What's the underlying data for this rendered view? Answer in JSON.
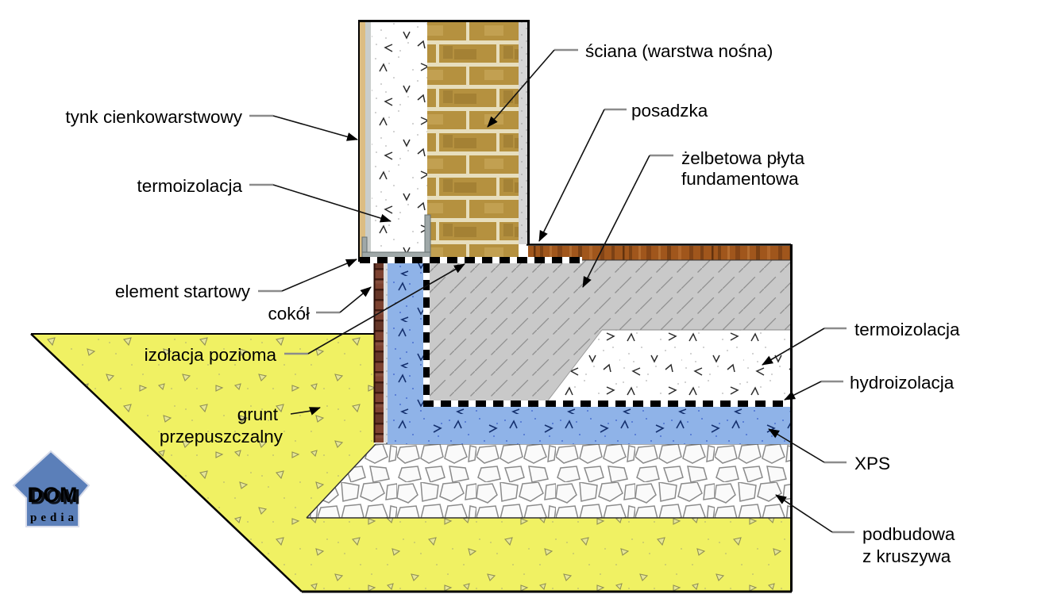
{
  "labels": {
    "tynk": "tynk cienkowarstwowy",
    "termoizolacja_sciany": "termoizolacja",
    "element_startowy": "element startowy",
    "cokol": "cokół",
    "izolacja_pozioma": "izolacja pozioma",
    "grunt_line1": "grunt",
    "grunt_line2": "przepuszczalny",
    "sciana": "ściana (warstwa nośna)",
    "posadzka": "posadzka",
    "plyta_line1": "żelbetowa płyta",
    "plyta_line2": "fundamentowa",
    "termoizolacja_plyty": "termoizolacja",
    "hydroizolacja": "hydroizolacja",
    "xps": "XPS",
    "podbudowa_line1": "podbudowa",
    "podbudowa_line2": "z kruszywa"
  },
  "logo": {
    "line1": "DOM",
    "line2": "pedia"
  },
  "colors": {
    "ground_yellow": "#F0F163",
    "xps_blue": "#8FB3E8",
    "concrete_gray": "#C9C9C9",
    "brick_tan": "#B5913F",
    "wood_brown": "#A0561C",
    "cokol_brown": "#7D4230",
    "insulation_white": "#FFFFFF",
    "stone_white": "#FFFFFF",
    "plaster_tan": "#DCBD82",
    "logo_blue": "#5B7FB9"
  }
}
